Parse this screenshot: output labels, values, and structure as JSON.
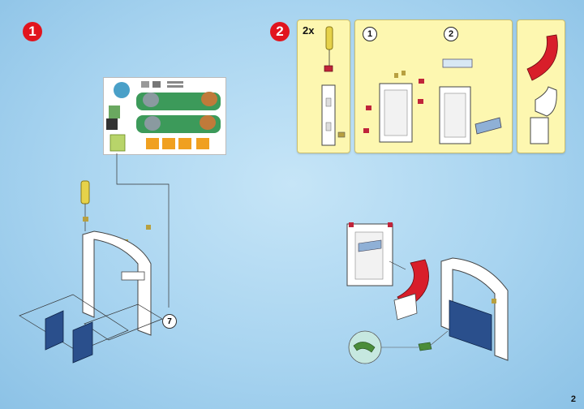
{
  "steps": {
    "step1": "1",
    "step2": "2"
  },
  "panel_a": {
    "quantity": "2x"
  },
  "panel_b": {
    "sub1": "1",
    "sub2": "2"
  },
  "callout": "7",
  "page_number": "2",
  "colors": {
    "badge_red": "#e1141e",
    "panel_yellow": "#fdf7b0",
    "background": "#a8d4f0",
    "part_red": "#d81e2a",
    "gate_blue": "#2a4f8c",
    "gecko_green": "#4a8c3a"
  }
}
